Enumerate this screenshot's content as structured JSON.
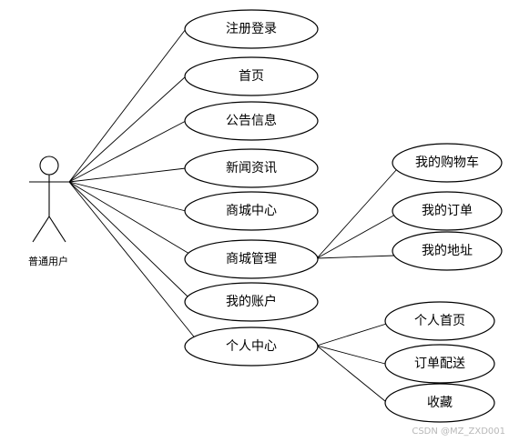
{
  "actor": {
    "label": "普通用户"
  },
  "usecases": {
    "register_login": "注册登录",
    "home": "首页",
    "announcements": "公告信息",
    "news": "新闻资讯",
    "mall_center": "商城中心",
    "mall_management": "商城管理",
    "my_account": "我的账户",
    "personal_center": "个人中心"
  },
  "mall_management_children": {
    "my_cart": "我的购物车",
    "my_orders": "我的订单",
    "my_addresses": "我的地址"
  },
  "personal_center_children": {
    "personal_home": "个人首页",
    "order_delivery": "订单配送",
    "favorites": "收藏"
  },
  "watermark": "CSDN @MZ_ZXD001"
}
